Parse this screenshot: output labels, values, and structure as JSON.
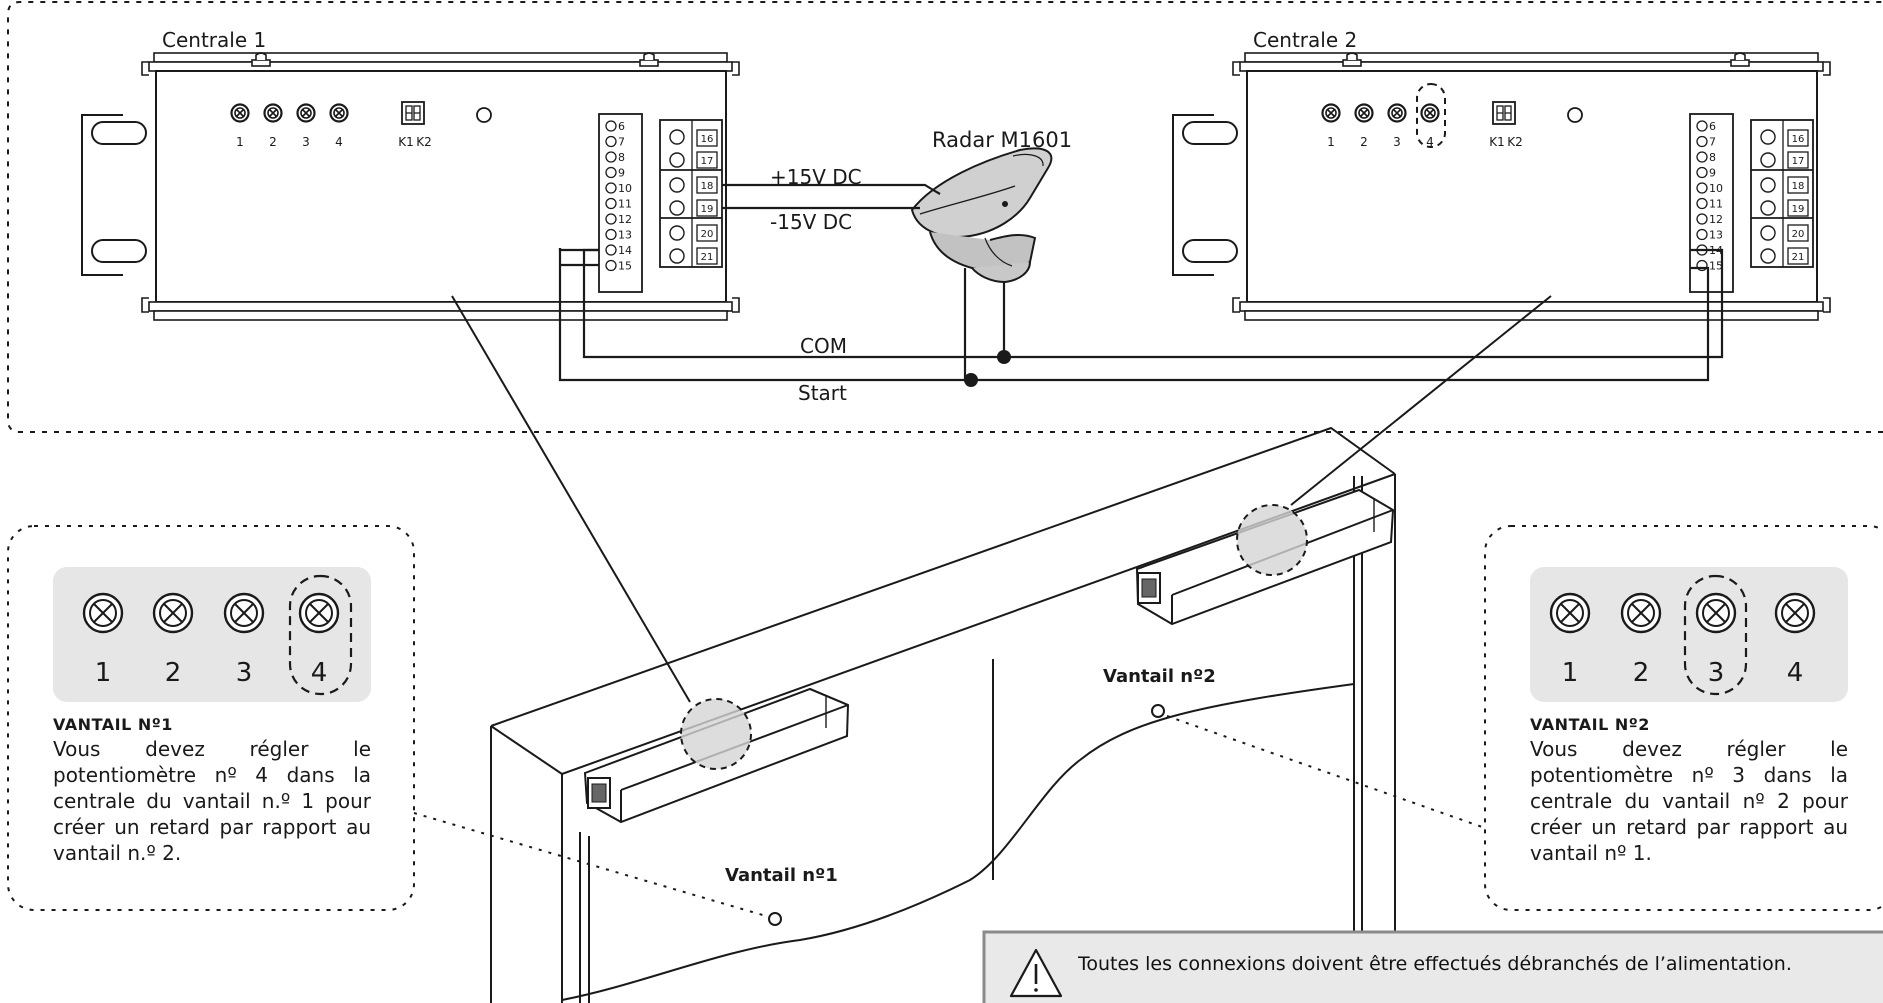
{
  "centrale1": {
    "label": "Centrale 1",
    "pot_labels": [
      "1",
      "2",
      "3",
      "4"
    ],
    "dip_labels": [
      "K1",
      "K2"
    ],
    "terminals_left": [
      "6",
      "7",
      "8",
      "9",
      "10",
      "11",
      "12",
      "13",
      "14",
      "15"
    ],
    "terminals_right": [
      "16",
      "17",
      "18",
      "19",
      "20",
      "21"
    ]
  },
  "centrale2": {
    "label": "Centrale 2",
    "pot_labels": [
      "1",
      "2",
      "3",
      "4"
    ],
    "dip_labels": [
      "K1",
      "K2"
    ],
    "terminals_left": [
      "6",
      "7",
      "8",
      "9",
      "10",
      "11",
      "12",
      "13",
      "14",
      "15"
    ],
    "terminals_right": [
      "16",
      "17",
      "18",
      "19",
      "20",
      "21"
    ]
  },
  "radar": {
    "label": "Radar M1601"
  },
  "wires": {
    "plus": "+15V DC",
    "minus": "-15V DC",
    "com": "COM",
    "start": "Start"
  },
  "leaves": {
    "leaf1": "Vantail nº1",
    "leaf2": "Vantail nº2"
  },
  "note1": {
    "pot_labels": [
      "1",
      "2",
      "3",
      "4"
    ],
    "highlighted": "4",
    "title": "VANTAIL Nº1",
    "body": "Vous devez régler le potentiomètre nº 4 dans la centrale du vantail n.º 1 pour créer un retard par rapport au vantail n.º 2."
  },
  "note2": {
    "pot_labels": [
      "1",
      "2",
      "3",
      "4"
    ],
    "highlighted": "3",
    "title": "VANTAIL Nº2",
    "body": "Vous devez régler le potentiomètre nº 3 dans la centrale du vantail nº 2 pour créer un retard par rapport au vantail nº 1."
  },
  "warning": {
    "icon": "warning-triangle-icon",
    "line1": "Toutes les connexions doivent être effectués débranchés de l’alimentation."
  },
  "colors": {
    "line": "#1a1a1a",
    "panel_fill": "#e6e6e6",
    "highlight": "#d4d4d4",
    "warn_bg": "#e9e9e9",
    "warn_border": "#8a8a8a"
  }
}
